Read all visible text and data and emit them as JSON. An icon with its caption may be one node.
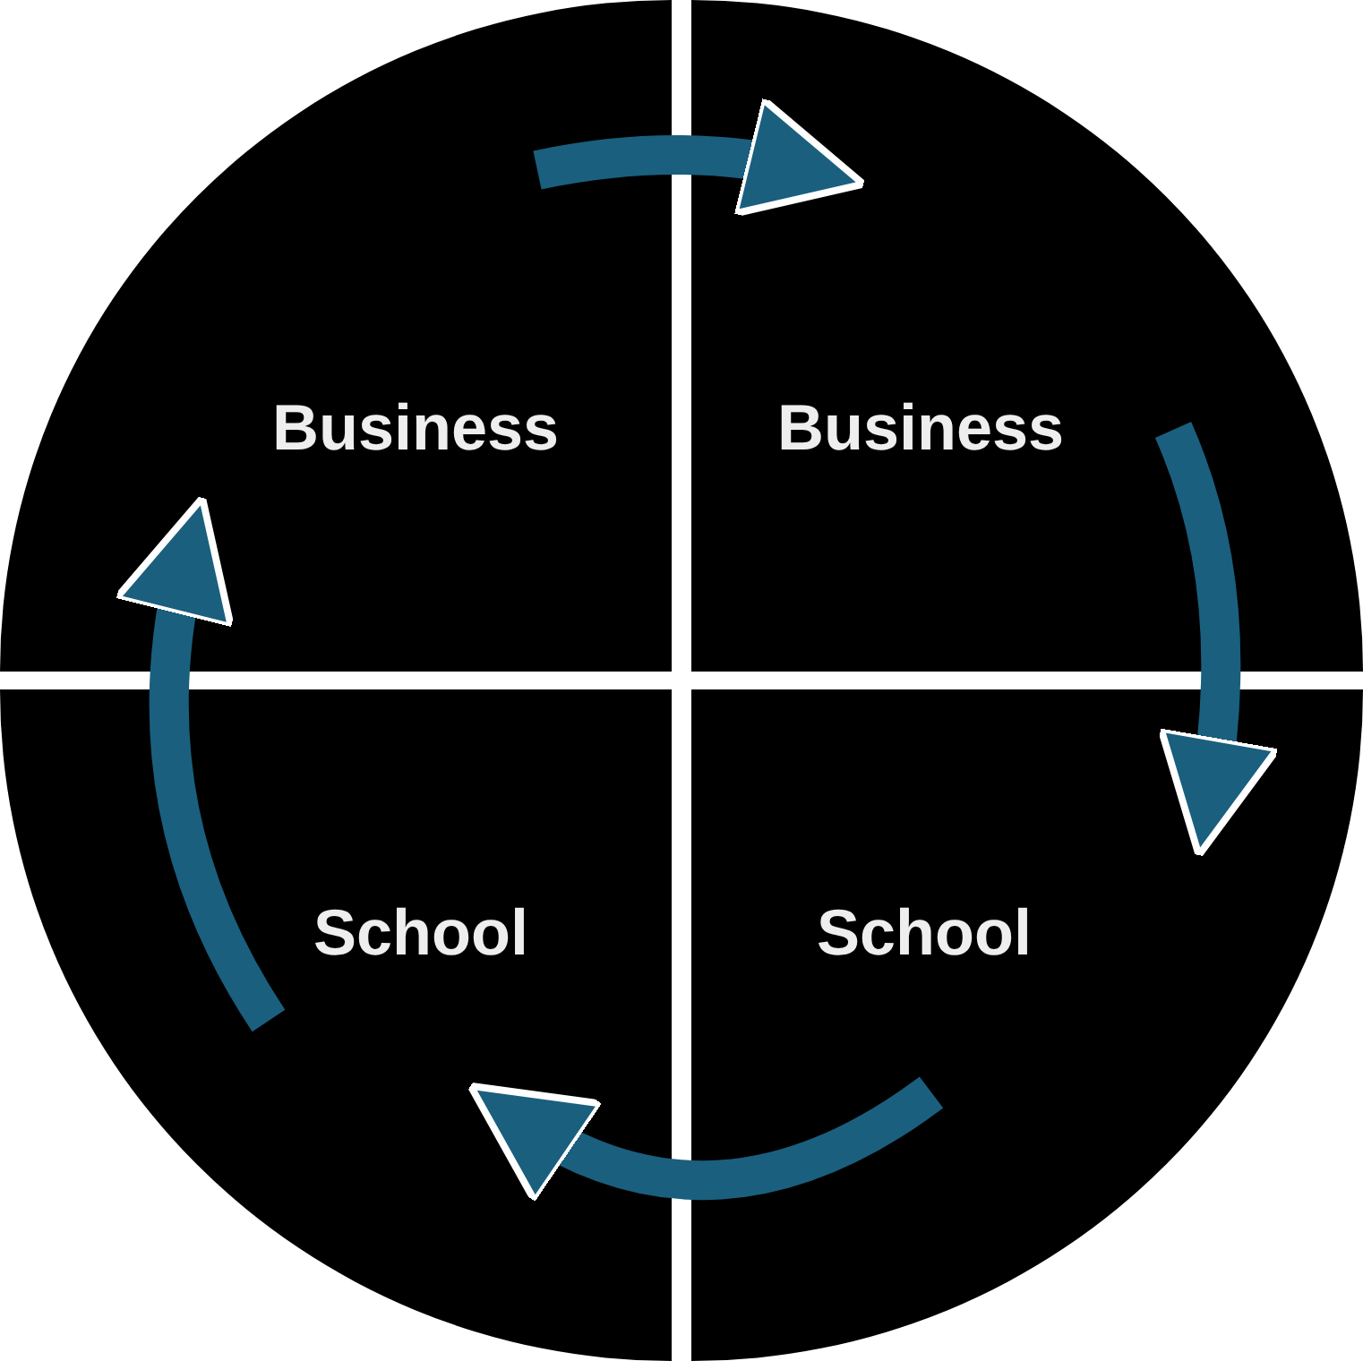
{
  "diagram": {
    "nodes": [
      {
        "text": [
          "Business"
        ]
      },
      {
        "text": [
          "Business"
        ]
      },
      {
        "text": [
          "School"
        ]
      },
      {
        "text": [
          "School"
        ]
      }
    ],
    "edges": [
      {
        "from": 0,
        "to": 1,
        "arrow": "to"
      },
      {
        "from": 1,
        "to": 2,
        "arrow": "to"
      },
      {
        "from": 2,
        "to": 3,
        "arrow": "to"
      },
      {
        "from": 3,
        "to": 0,
        "arrow": "to"
      }
    ]
  }
}
